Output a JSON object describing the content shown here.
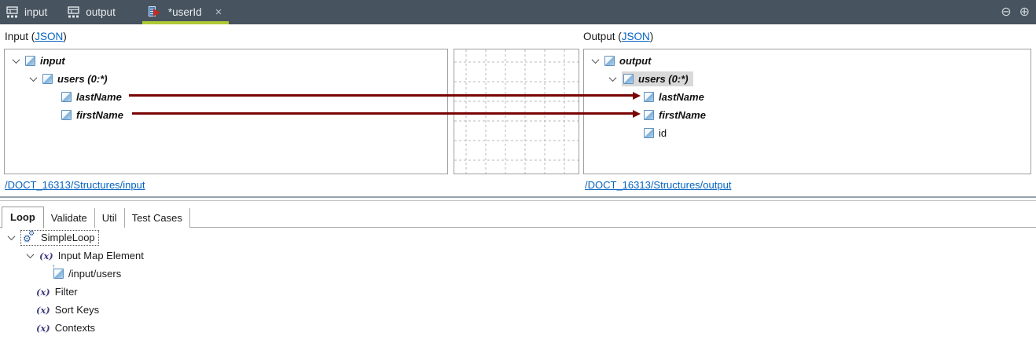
{
  "icons": {
    "minimize": "⊖",
    "maximize": "⊕",
    "close": "×",
    "function_glyph": "(x)",
    "gear_glyph": "⚙"
  },
  "colors": {
    "topbar_bg": "#47535E",
    "accent_underline": "#AFC935",
    "mapping_line": "#7A0404",
    "link_color": "#0563C1",
    "selection_bg": "#D9D9D9",
    "function_icon_color": "#3F3F7F"
  },
  "editor_tabs": {
    "items": [
      {
        "label": "input",
        "icon": "structure-icon",
        "active": false
      },
      {
        "label": "output",
        "icon": "structure-icon",
        "active": false
      },
      {
        "label": "*userId",
        "icon": "mapping-icon",
        "active": true,
        "closable": true
      }
    ]
  },
  "mapper": {
    "input_header": {
      "text_before": "Input (",
      "link_text": "JSON",
      "text_after": ")"
    },
    "output_header": {
      "text_before": "Output (",
      "link_text": "JSON",
      "text_after": ")"
    },
    "input_tree": [
      {
        "label": "input",
        "level": 0,
        "expanded": true
      },
      {
        "label": "users (0:*)",
        "level": 1,
        "expanded": true
      },
      {
        "label": "lastName",
        "level": 2,
        "mapped": true
      },
      {
        "label": "firstName",
        "level": 2,
        "mapped": true
      }
    ],
    "output_tree": [
      {
        "label": "output",
        "level": 0,
        "expanded": true
      },
      {
        "label": "users (0:*)",
        "level": 1,
        "expanded": true,
        "selected": true
      },
      {
        "label": "lastName",
        "level": 2,
        "mapped": true
      },
      {
        "label": "firstName",
        "level": 2,
        "mapped": true
      },
      {
        "label": "id",
        "level": 2,
        "mapped": false
      }
    ],
    "mappings": [
      {
        "from": "lastName",
        "to": "lastName"
      },
      {
        "from": "firstName",
        "to": "firstName"
      }
    ],
    "input_structure_link": "/DOCT_16313/Structures/input",
    "output_structure_link": "/DOCT_16313/Structures/output"
  },
  "bottom_panel": {
    "tabs": [
      {
        "label": "Loop",
        "active": true
      },
      {
        "label": "Validate",
        "active": false
      },
      {
        "label": "Util",
        "active": false
      },
      {
        "label": "Test Cases",
        "active": false
      }
    ],
    "tree": [
      {
        "label": "SimpleLoop",
        "icon": "gears-icon",
        "level": 0,
        "expanded": true,
        "focused": true
      },
      {
        "label": "Input Map Element",
        "icon": "function-icon",
        "level": 1,
        "expanded": true
      },
      {
        "label": "/input/users",
        "icon": "mapped-element-icon",
        "level": 2
      },
      {
        "label": "Filter",
        "icon": "function-icon",
        "level": 1
      },
      {
        "label": "Sort Keys",
        "icon": "function-icon",
        "level": 1
      },
      {
        "label": "Contexts",
        "icon": "function-icon",
        "level": 1
      }
    ]
  }
}
